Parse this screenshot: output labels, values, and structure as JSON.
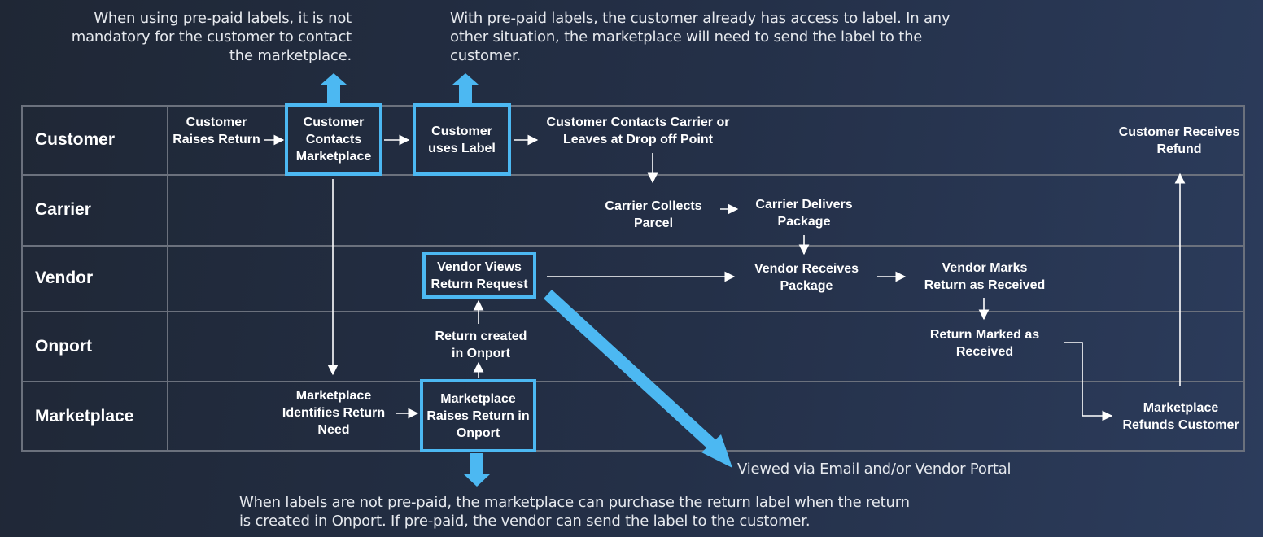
{
  "notes": {
    "prepaid_contact": "When using pre-paid labels, it is not\nmandatory for the customer to contact\nthe  marketplace.",
    "label_access": "With pre-paid labels, the customer already has access to label. In any other situation, the marketplace will need to send the label to the customer.",
    "not_prepaid": "When labels are not pre-paid, the marketplace can purchase the return label when the return is created in Onport. If pre-paid, the vendor can send the label to the customer.",
    "viewed": "Viewed via Email and/or Vendor Portal"
  },
  "lanes": [
    "Customer",
    "Carrier",
    "Vendor",
    "Onport",
    "Marketplace"
  ],
  "steps": {
    "customer_raises_return": "Customer\nRaises Return",
    "customer_contacts_marketplace": "Customer\nContacts\nMarketplace",
    "customer_uses_label": "Customer\nuses Label",
    "customer_contacts_carrier": "Customer Contacts Carrier or\nLeaves at Drop off Point",
    "customer_receives_refund": "Customer Receives\nRefund",
    "carrier_collects_parcel": "Carrier Collects\nParcel",
    "carrier_delivers_package": "Carrier Delivers\nPackage",
    "vendor_views_return_request": "Vendor Views\nReturn Request",
    "vendor_receives_package": "Vendor Receives\nPackage",
    "vendor_marks_return_received": "Vendor Marks\nReturn as Received",
    "return_created_in_onport": "Return created\nin Onport",
    "return_marked_received": "Return Marked as\nReceived",
    "marketplace_identifies_return_need": "Marketplace\nIdentifies Return\nNeed",
    "marketplace_raises_return": "Marketplace\nRaises Return in\nOnport",
    "marketplace_refunds_customer": "Marketplace\nRefunds Customer"
  },
  "colors": {
    "highlight": "#4cb8f2",
    "grid": "#6b717d",
    "arrow": "#ffffff"
  }
}
